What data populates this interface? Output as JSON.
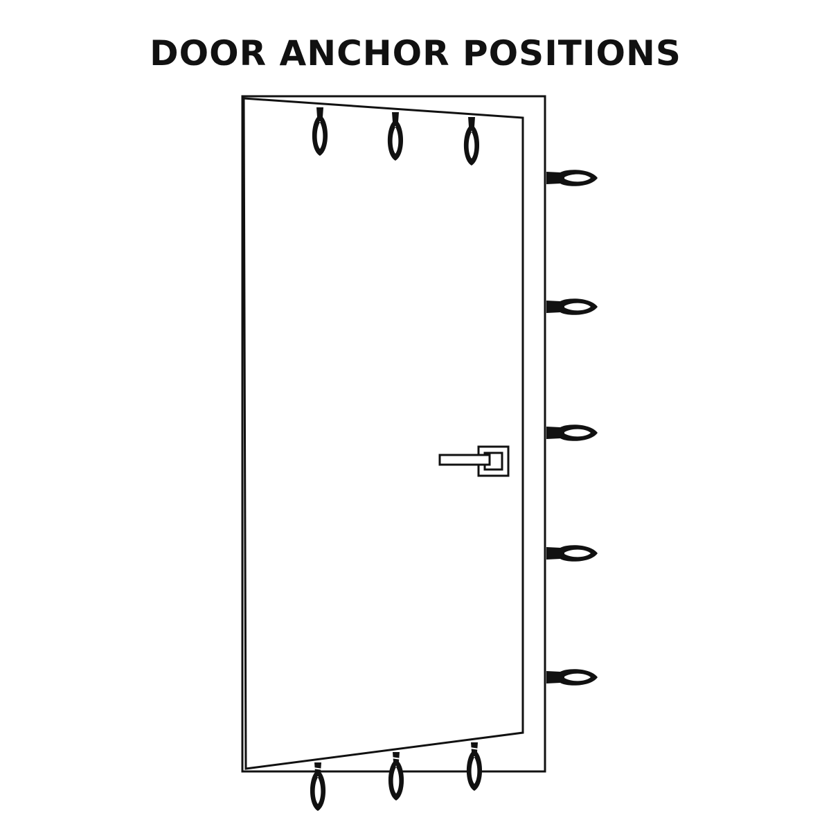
{
  "title": "DOOR ANCHOR POSITIONS",
  "colors": {
    "line": "#111111",
    "background": "#ffffff",
    "loop_highlight": "#ffffff"
  },
  "anchors": {
    "top_count": 3,
    "hinge_side_count": 5,
    "bottom_count": 3
  }
}
